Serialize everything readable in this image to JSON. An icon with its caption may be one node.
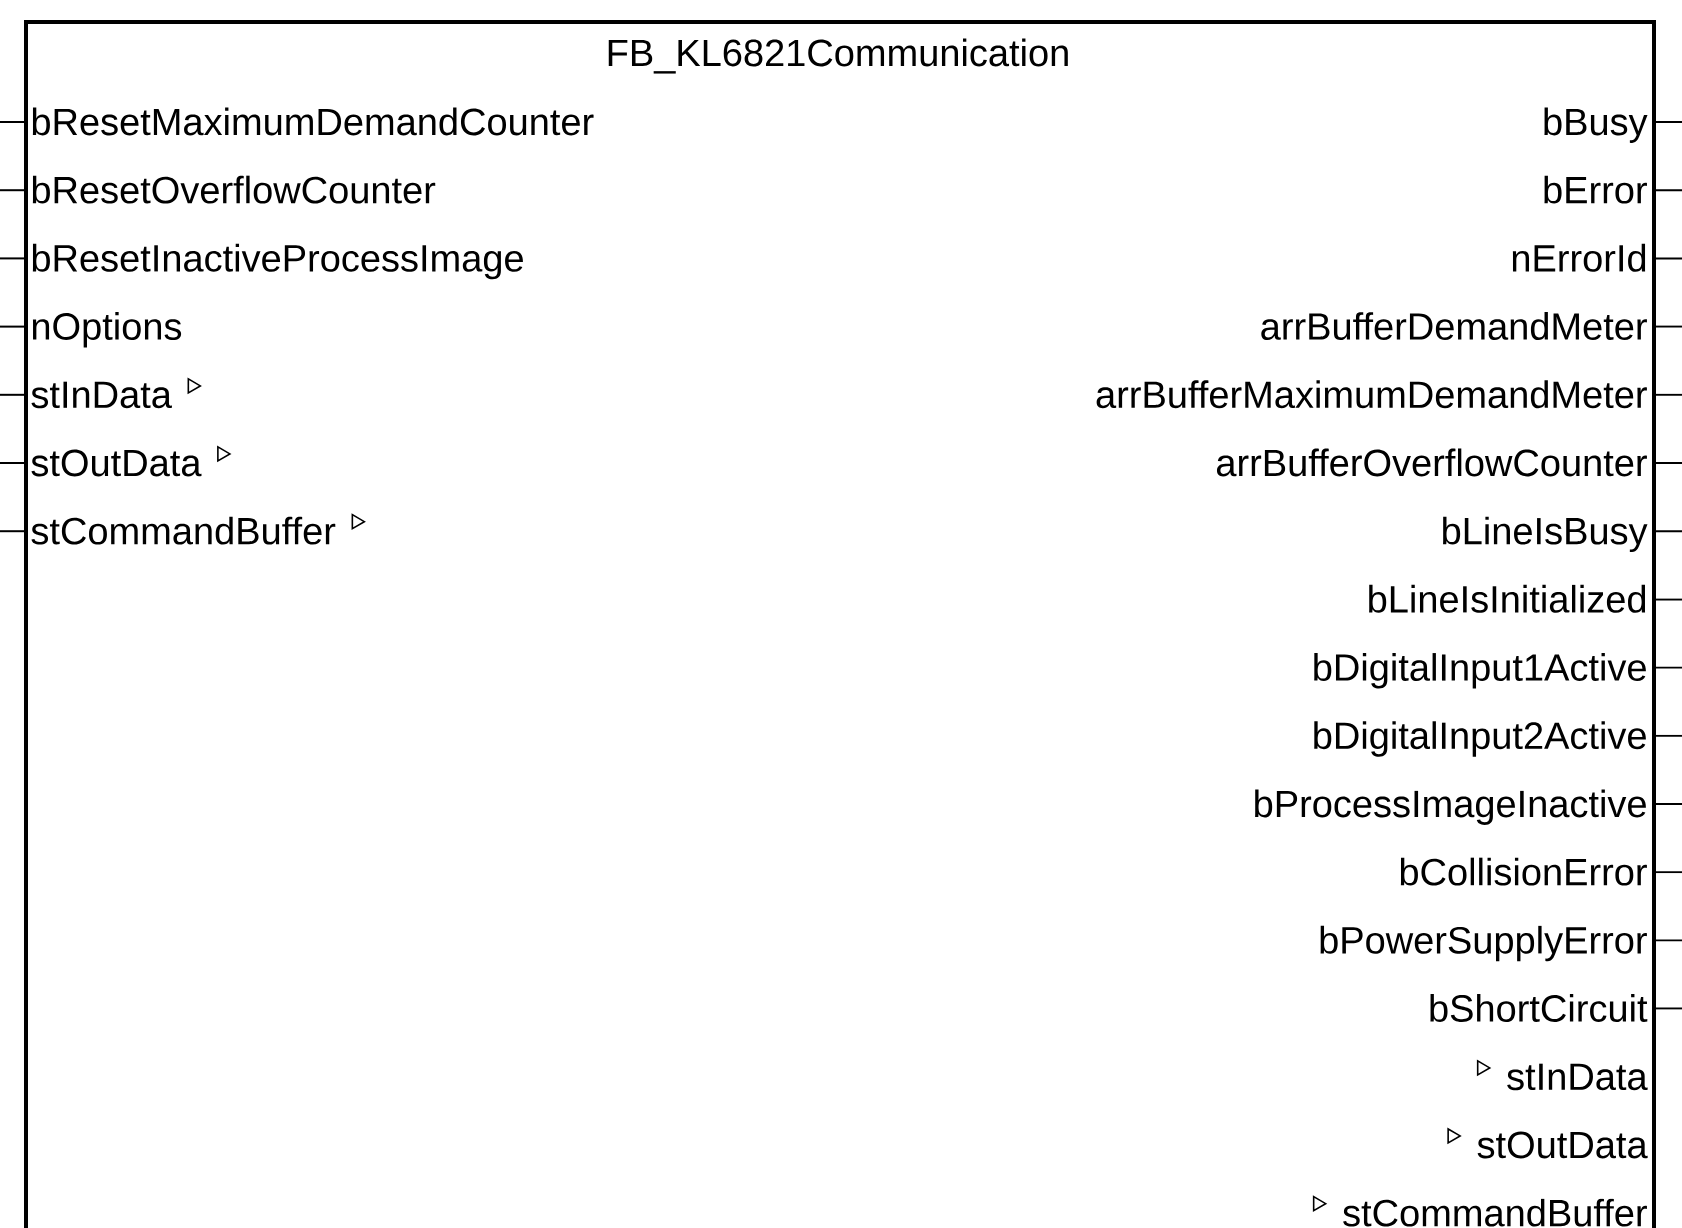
{
  "diagram": {
    "nodes": [
      {
        "text": [
          "FB_KL6821Communication"
        ]
      }
    ],
    "labels": [
      "bResetMaximumDemandCounter",
      "bResetOverflowCounter",
      "bResetInactiveProcessImage",
      "nOptions",
      "stInData",
      "stOutData",
      "stCommandBuffer",
      "bBusy",
      "bError",
      "nErrorId",
      "arrBufferDemandMeter",
      "arrBufferMaximumDemandMeter",
      "arrBufferOverflowCounter",
      "bLineIsBusy",
      "bLineIsInitialized",
      "bDigitalInput1Active",
      "bDigitalInput2Active",
      "bProcessImageInactive",
      "bCollisionError",
      "bPowerSupplyError",
      "bShortCircuit",
      "stInData",
      "stOutData",
      "stCommandBuffer"
    ]
  }
}
